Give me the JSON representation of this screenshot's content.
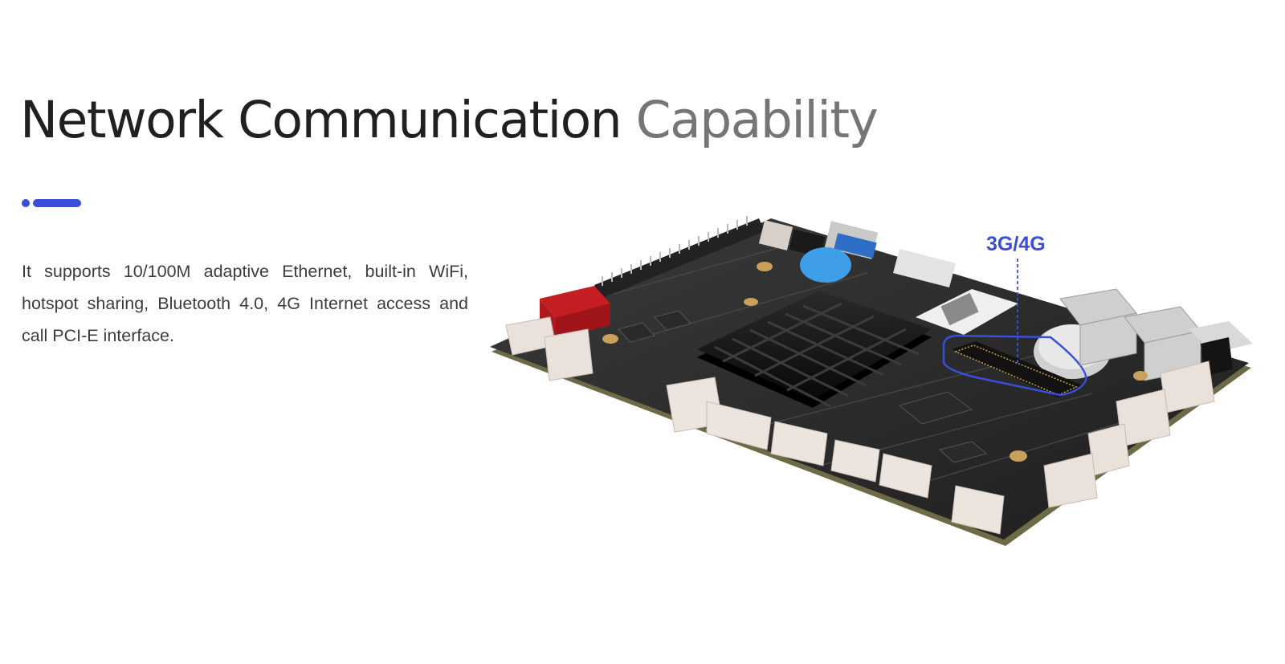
{
  "heading": {
    "part1": "Network Communication",
    "part2": "Capability"
  },
  "description": "It supports 10/100M adaptive Ethernet, built-in WiFi, hotspot sharing, Bluetooth 4.0, 4G Internet access and call PCI-E interface.",
  "product_image": {
    "callout_label": "3G/4G",
    "accent_color": "#3a4fd8"
  }
}
